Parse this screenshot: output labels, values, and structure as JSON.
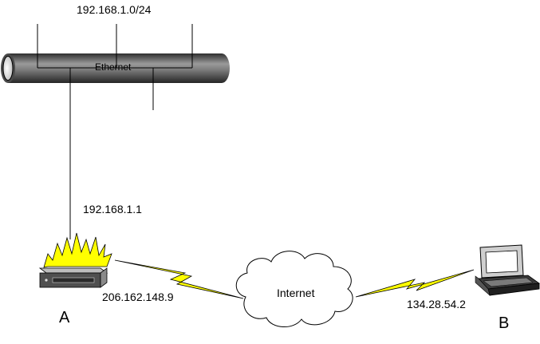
{
  "diagram": {
    "lan_subnet": "192.168.1.0/24",
    "ethernet_label": "Ethernet",
    "firewall_lan_ip": "192.168.1.1",
    "firewall_wan_ip": "206.162.148.9",
    "internet_label": "Internet",
    "remote_ip": "134.28.54.2",
    "node_a_label": "A",
    "node_b_label": "B"
  },
  "colors": {
    "flame_yellow": "#ffff00",
    "lightning_yellow": "#ffff00",
    "pipe_dark": "#3a3a3a",
    "pipe_mid": "#8c8c8c"
  },
  "icons": {
    "firewall": "firewall-router-icon",
    "laptop": "laptop-icon",
    "cloud": "cloud-icon",
    "ethernet": "ethernet-pipe-icon"
  }
}
